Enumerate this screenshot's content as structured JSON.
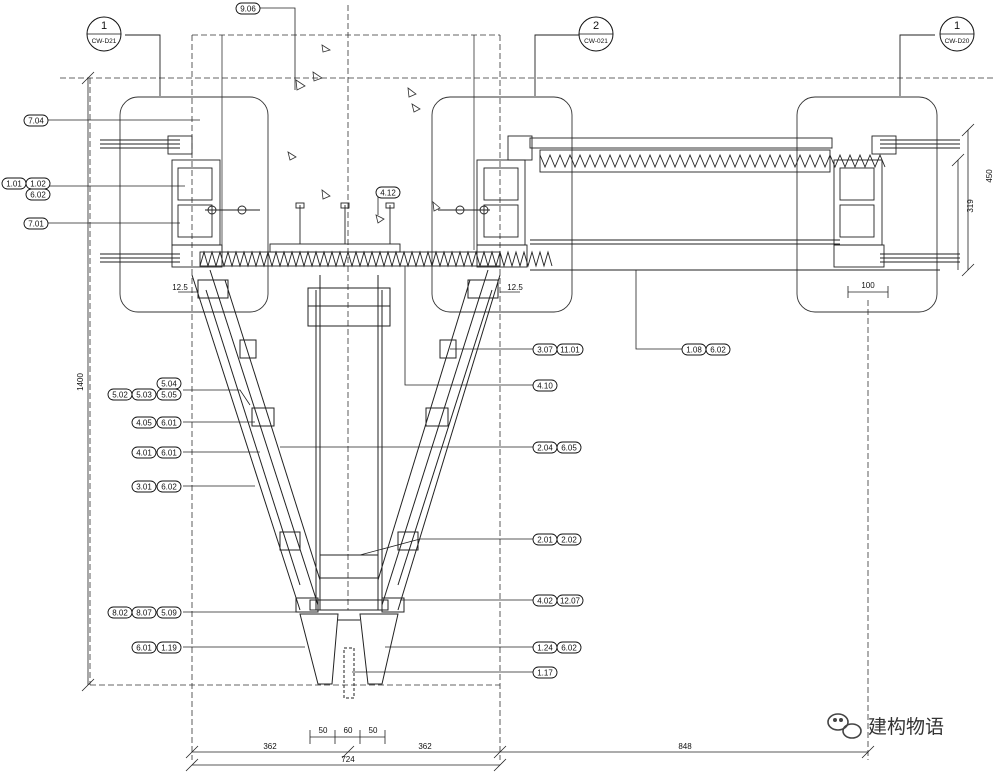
{
  "grid_markers": [
    {
      "num": "1",
      "ref": "CW-D21"
    },
    {
      "num": "2",
      "ref": "CW-021"
    },
    {
      "num": "1",
      "ref": "CW-D20"
    }
  ],
  "callouts": [
    {
      "id": "c906",
      "labels": [
        "9.06"
      ]
    },
    {
      "id": "c704",
      "labels": [
        "7.04"
      ]
    },
    {
      "id": "c101",
      "labels": [
        "1.01",
        "1.02",
        "6.02"
      ]
    },
    {
      "id": "c701",
      "labels": [
        "7.01"
      ]
    },
    {
      "id": "c412",
      "labels": [
        "4.12"
      ]
    },
    {
      "id": "c108",
      "labels": [
        "1.08",
        "6.02"
      ]
    },
    {
      "id": "c307",
      "labels": [
        "3.07",
        "11.01"
      ]
    },
    {
      "id": "c504",
      "labels": [
        "5.04",
        "5.02",
        "5.03",
        "5.05"
      ]
    },
    {
      "id": "c410",
      "labels": [
        "4.10"
      ]
    },
    {
      "id": "c405",
      "labels": [
        "4.05",
        "6.01"
      ]
    },
    {
      "id": "c401",
      "labels": [
        "4.01",
        "6.01"
      ]
    },
    {
      "id": "c204",
      "labels": [
        "2.04",
        "6.05"
      ]
    },
    {
      "id": "c301",
      "labels": [
        "3.01",
        "6.02"
      ]
    },
    {
      "id": "c201",
      "labels": [
        "2.01",
        "2.02"
      ]
    },
    {
      "id": "c802",
      "labels": [
        "8.02",
        "8.07",
        "5.09"
      ]
    },
    {
      "id": "c402",
      "labels": [
        "4.02",
        "12.07"
      ]
    },
    {
      "id": "c601",
      "labels": [
        "6.01",
        "1.19"
      ]
    },
    {
      "id": "c124",
      "labels": [
        "1.24",
        "6.02"
      ]
    },
    {
      "id": "c117",
      "labels": [
        "1.17"
      ]
    }
  ],
  "dimensions": {
    "d1400": "1400",
    "d450": "450",
    "d319": "319",
    "d100": "100",
    "d125l": "12.5",
    "d125r": "12.5",
    "d50a": "50",
    "d60": "60",
    "d50b": "50",
    "d362a": "362",
    "d362b": "362",
    "d848": "848",
    "d724": "724"
  },
  "watermark": "建构物语"
}
